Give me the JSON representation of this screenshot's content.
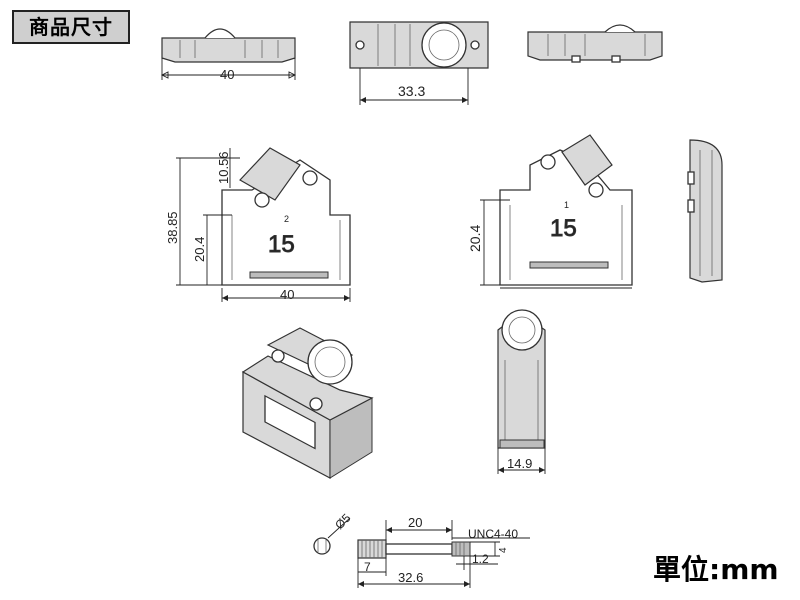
{
  "header": {
    "title": "商品尺寸"
  },
  "footer": {
    "unit": "單位:mm"
  },
  "dims": {
    "top_left_width": "40",
    "top_mid_width": "33.3",
    "front_left_height_top": "10.56",
    "front_left_height_total": "38.85",
    "front_left_height_body": "20.4",
    "front_left_width": "40",
    "front_left_pin_label": "2",
    "front_left_size_label": "15",
    "front_right_height_body": "20.4",
    "front_right_pin_label": "1",
    "front_right_size_label": "15",
    "side_view_width": "14.9",
    "screw_diameter": "Ø5",
    "screw_shaft_length": "20",
    "screw_thread": "UNC4-40",
    "screw_end_height": "4",
    "screw_head_length": "7",
    "screw_tip_length": "1.2",
    "screw_total_length": "32.6"
  },
  "colors": {
    "line": "#333333",
    "fill_light": "#d9d9d9",
    "fill_dark": "#bdbdbd",
    "title_bg": "#cfcfcf"
  }
}
